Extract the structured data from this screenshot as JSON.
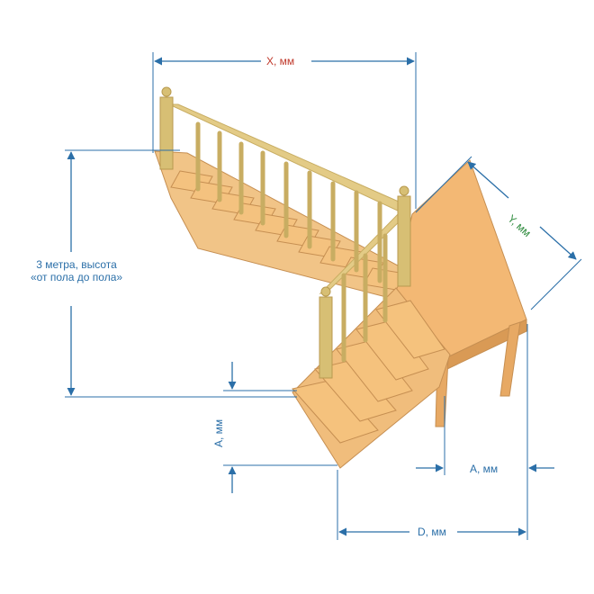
{
  "labels": {
    "x_dim": "X, мм",
    "y_dim": "Y, мм",
    "height_line1": "3 метра, высота",
    "height_line2": "«от пола до пола»",
    "a_dim_left": "А, мм",
    "a_dim_right": "А, мм",
    "d_dim": "D, мм"
  },
  "colors": {
    "dimension": "#2b6fa8",
    "x_label": "#c0392b",
    "y_label": "#2e8b3d",
    "wood_light": "#f4c98a",
    "wood_mid": "#e7b06d",
    "wood_dark": "#c98e4c",
    "rail": "#d9c27a"
  }
}
